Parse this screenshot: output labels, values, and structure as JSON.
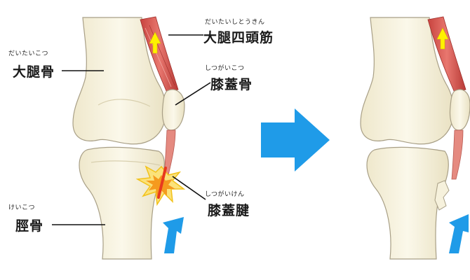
{
  "labels": {
    "femur": {
      "ruby": "だいたいこつ",
      "text": "大腿骨"
    },
    "quadriceps": {
      "ruby": "だいたいしとうきん",
      "text": "大腿四頭筋"
    },
    "patella": {
      "ruby": "しつがいこつ",
      "text": "膝蓋骨"
    },
    "patellar_tendon": {
      "ruby": "しつがいけん",
      "text": "膝蓋腱"
    },
    "tibia": {
      "ruby": "けいこつ",
      "text": "脛骨"
    }
  },
  "colors": {
    "bone": "#f6f1dc",
    "bone_outline": "#a89f86",
    "muscle": "#d9534f",
    "muscle_dark": "#b83a36",
    "tendon": "#e58a80",
    "force_arrow": "#fff200",
    "big_arrow": "#1f9be8",
    "impact": "#f2c21a",
    "impact_core": "#e8391e"
  },
  "icons": {
    "transition": "arrow-right-icon",
    "pull": "arrow-up-icon",
    "push": "arrow-up-right-icon",
    "impact": "burst-icon"
  }
}
